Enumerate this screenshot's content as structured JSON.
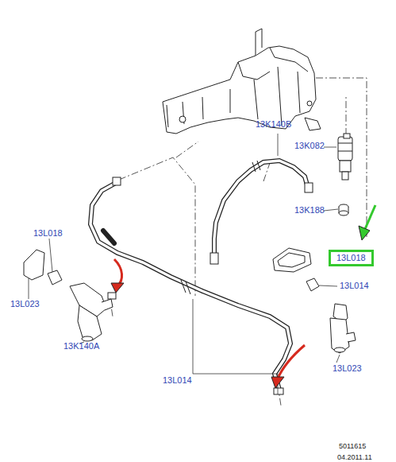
{
  "diagram": {
    "nodes": [
      {
        "text": [
          "13L018"
        ]
      }
    ],
    "labels": [
      "13K140B",
      "13K082",
      "13K188",
      "13L014",
      "13L018",
      "13L023",
      "13K140A",
      "13L014",
      "13L023",
      "5011615",
      "04.2011.11"
    ]
  }
}
